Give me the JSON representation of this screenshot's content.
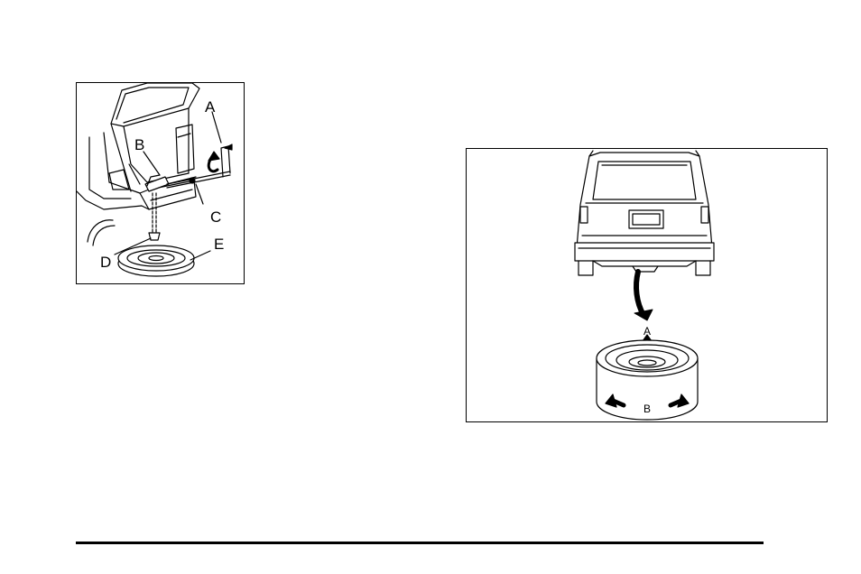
{
  "figure_left": {
    "callouts": {
      "a": "A",
      "b": "B",
      "c": "C",
      "d": "D",
      "e": "E"
    }
  },
  "figure_right": {
    "callouts": {
      "a": "A",
      "b": "B"
    }
  }
}
